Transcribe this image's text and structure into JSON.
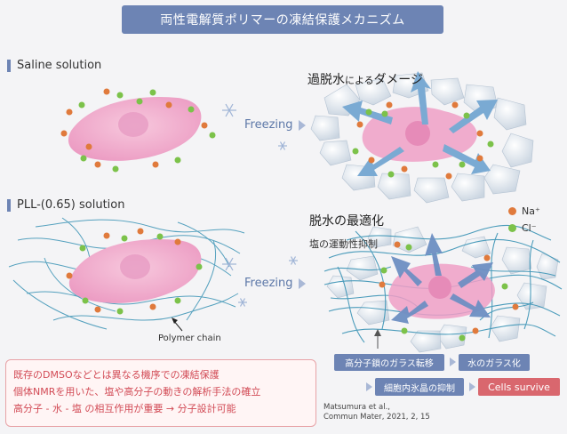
{
  "title": "両性電解質ポリマーの凍結保護メカニズム",
  "sections": {
    "saline": {
      "label": "Saline solution",
      "freezing": "Freezing",
      "damage": "過脱水によるダメージ",
      "damage_small": "による"
    },
    "pll": {
      "label": "PLL-(0.65) solution",
      "freezing": "Freezing",
      "heading": "脱水の最適化",
      "subheading": "塩の運動性抑制",
      "polymer_label": "Polymer chain"
    }
  },
  "legend": [
    {
      "label": "Na⁺",
      "color": "#e07a3c"
    },
    {
      "label": "Cl⁻",
      "color": "#7cc24a"
    }
  ],
  "mechanism": {
    "step1": "高分子鎖のガラス転移",
    "step2": "水のガラス化",
    "step3": "細胞内氷晶の抑制",
    "result": "Cells survive"
  },
  "citation": {
    "line1": "Matsumura et al.,",
    "line2": "Commun Mater, 2021, 2, 15"
  },
  "summary": [
    "既存のDMSOなどとは異なる機序での凍結保護",
    "個体NMRを用いた、塩や高分子の動きの解析手法の確立",
    "高分子 - 水 - 塩 の相互作用が重要 → 分子設計可能"
  ],
  "colors": {
    "accent": "#6d84b4",
    "cell": "#f2b6d2",
    "nucleus": "#e79bc3",
    "ice": "#dfe6ee",
    "polymer": "#3a93b5",
    "summary_red": "#d24a55"
  }
}
